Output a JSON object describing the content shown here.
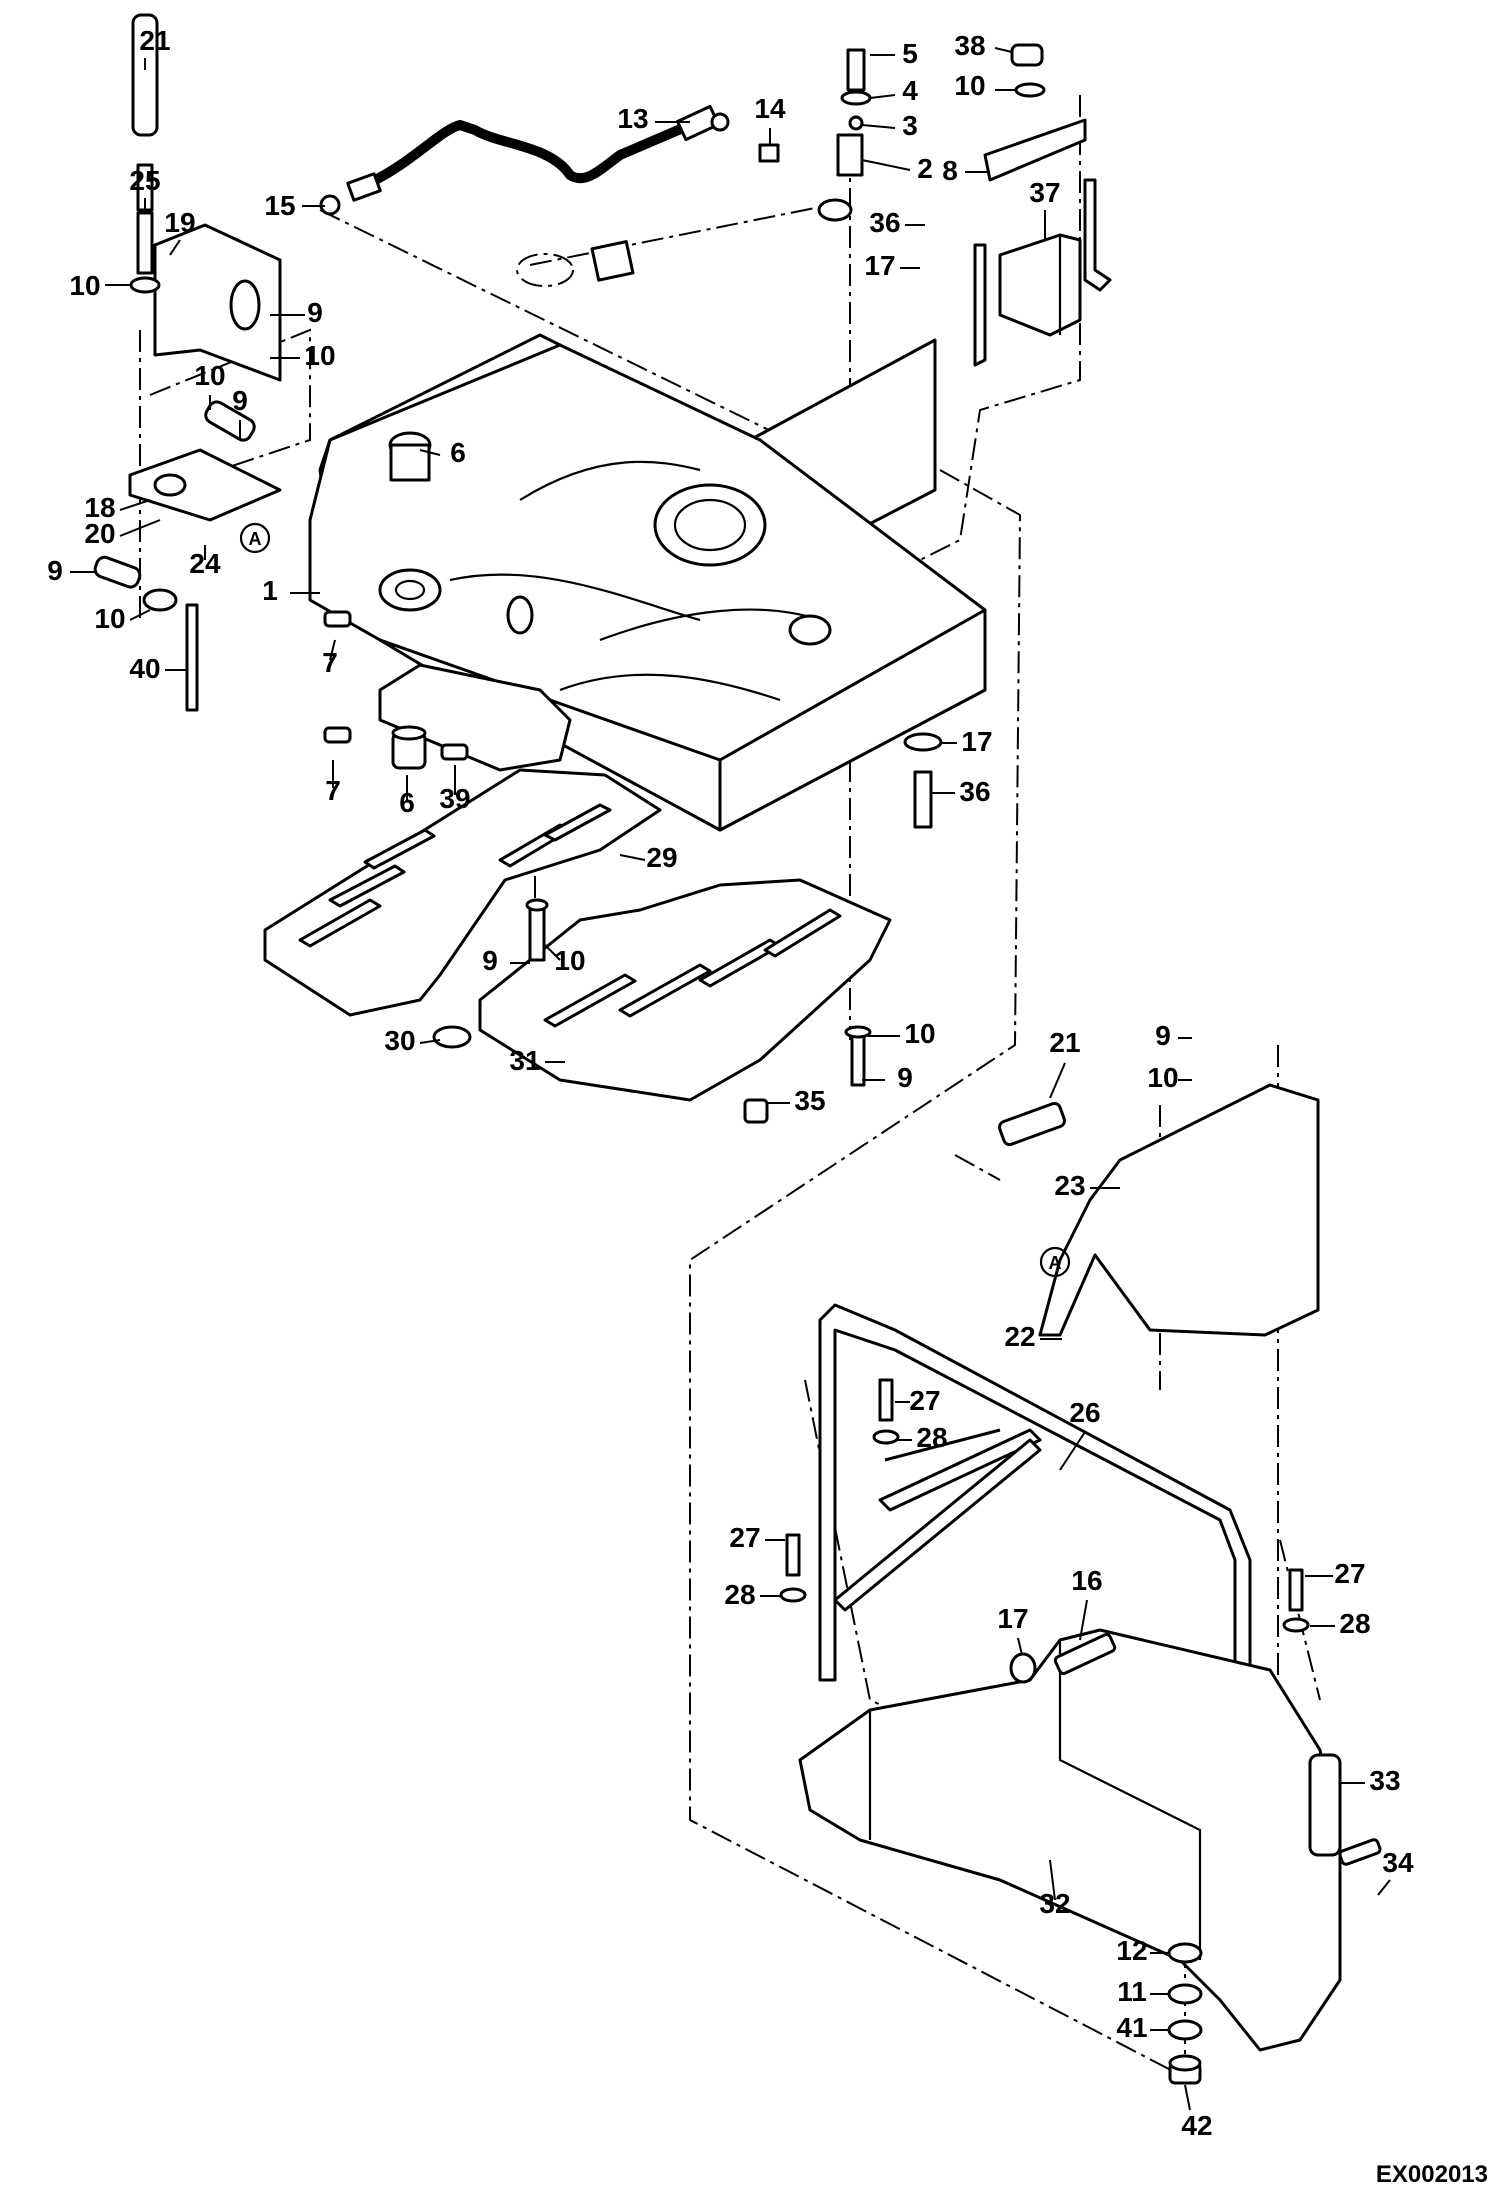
{
  "diagram": {
    "drawing_code": "EX002013",
    "reference_marker": "A",
    "callouts": [
      "21",
      "5",
      "38",
      "4",
      "10",
      "13",
      "14",
      "3",
      "8",
      "2",
      "25",
      "19",
      "15",
      "36",
      "37",
      "10",
      "17",
      "9",
      "10",
      "6",
      "10",
      "9",
      "18",
      "20",
      "24",
      "9",
      "1",
      "10",
      "7",
      "40",
      "17",
      "7",
      "6",
      "39",
      "36",
      "29",
      "9",
      "10",
      "30",
      "10",
      "31",
      "9",
      "21",
      "35",
      "9",
      "10",
      "23",
      "22",
      "26",
      "27",
      "28",
      "27",
      "28",
      "27",
      "16",
      "17",
      "28",
      "33",
      "32",
      "34",
      "12",
      "11",
      "41",
      "42"
    ]
  }
}
